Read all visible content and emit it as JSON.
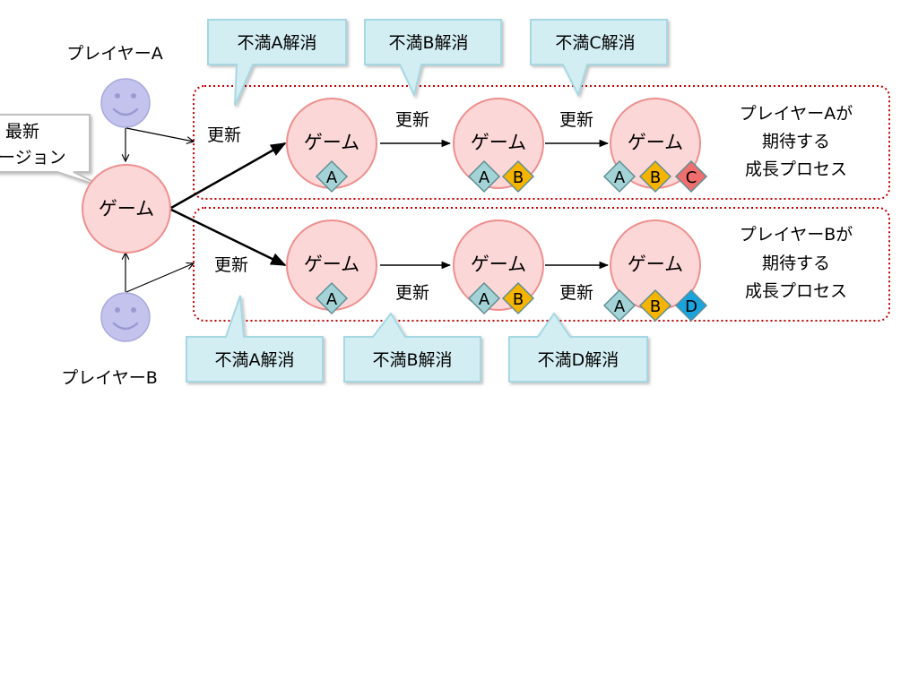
{
  "players": {
    "a": {
      "label": "プレイヤーA"
    },
    "b": {
      "label": "プレイヤーB"
    }
  },
  "latest_version": {
    "line1": "最新",
    "line2": "ージョン"
  },
  "root_game": {
    "label": "ゲーム"
  },
  "update_label": "更新",
  "callouts_top": [
    "不満A解消",
    "不満B解消",
    "不満C解消"
  ],
  "callouts_bottom": [
    "不満A解消",
    "不満B解消",
    "不満D解消"
  ],
  "row_a": {
    "games": [
      {
        "label": "ゲーム",
        "badges": [
          "A"
        ]
      },
      {
        "label": "ゲーム",
        "badges": [
          "A",
          "B"
        ]
      },
      {
        "label": "ゲーム",
        "badges": [
          "A",
          "B",
          "C"
        ]
      }
    ],
    "caption": [
      "プレイヤーAが",
      "期待する",
      "成長プロセス"
    ]
  },
  "row_b": {
    "games": [
      {
        "label": "ゲーム",
        "badges": [
          "A"
        ]
      },
      {
        "label": "ゲーム",
        "badges": [
          "A",
          "B"
        ]
      },
      {
        "label": "ゲーム",
        "badges": [
          "A",
          "B",
          "D"
        ]
      }
    ],
    "caption": [
      "プレイヤーBが",
      "期待する",
      "成長プロセス"
    ]
  },
  "colors": {
    "game_fill": "#fcd7d7",
    "game_stroke": "#ee8f8f",
    "face_fill": "#c3c3ee",
    "callout_fill": "#d3eef3",
    "callout_stroke": "#a6d8e3",
    "dotted_border": "#c00000",
    "badge_A": "#a3d3d6",
    "badge_B": "#f5b400",
    "badge_C": "#ef6f6f",
    "badge_D": "#1aa3dd"
  }
}
